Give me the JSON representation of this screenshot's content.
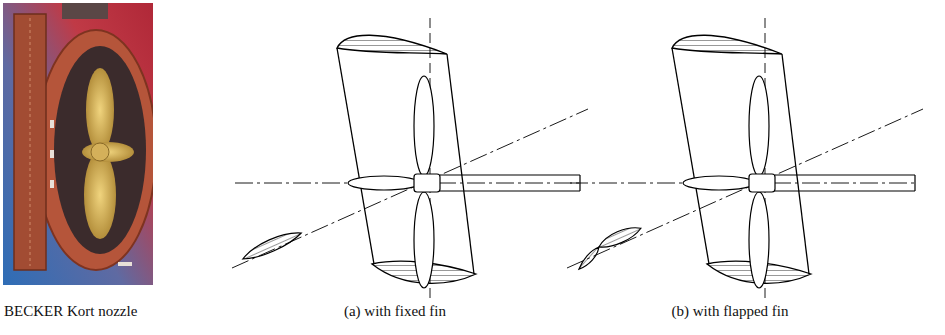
{
  "diagram": {
    "labels": [
      "BECKER Kort nozzle",
      "(a) with fixed fin",
      "(b) with flapped fin"
    ]
  }
}
